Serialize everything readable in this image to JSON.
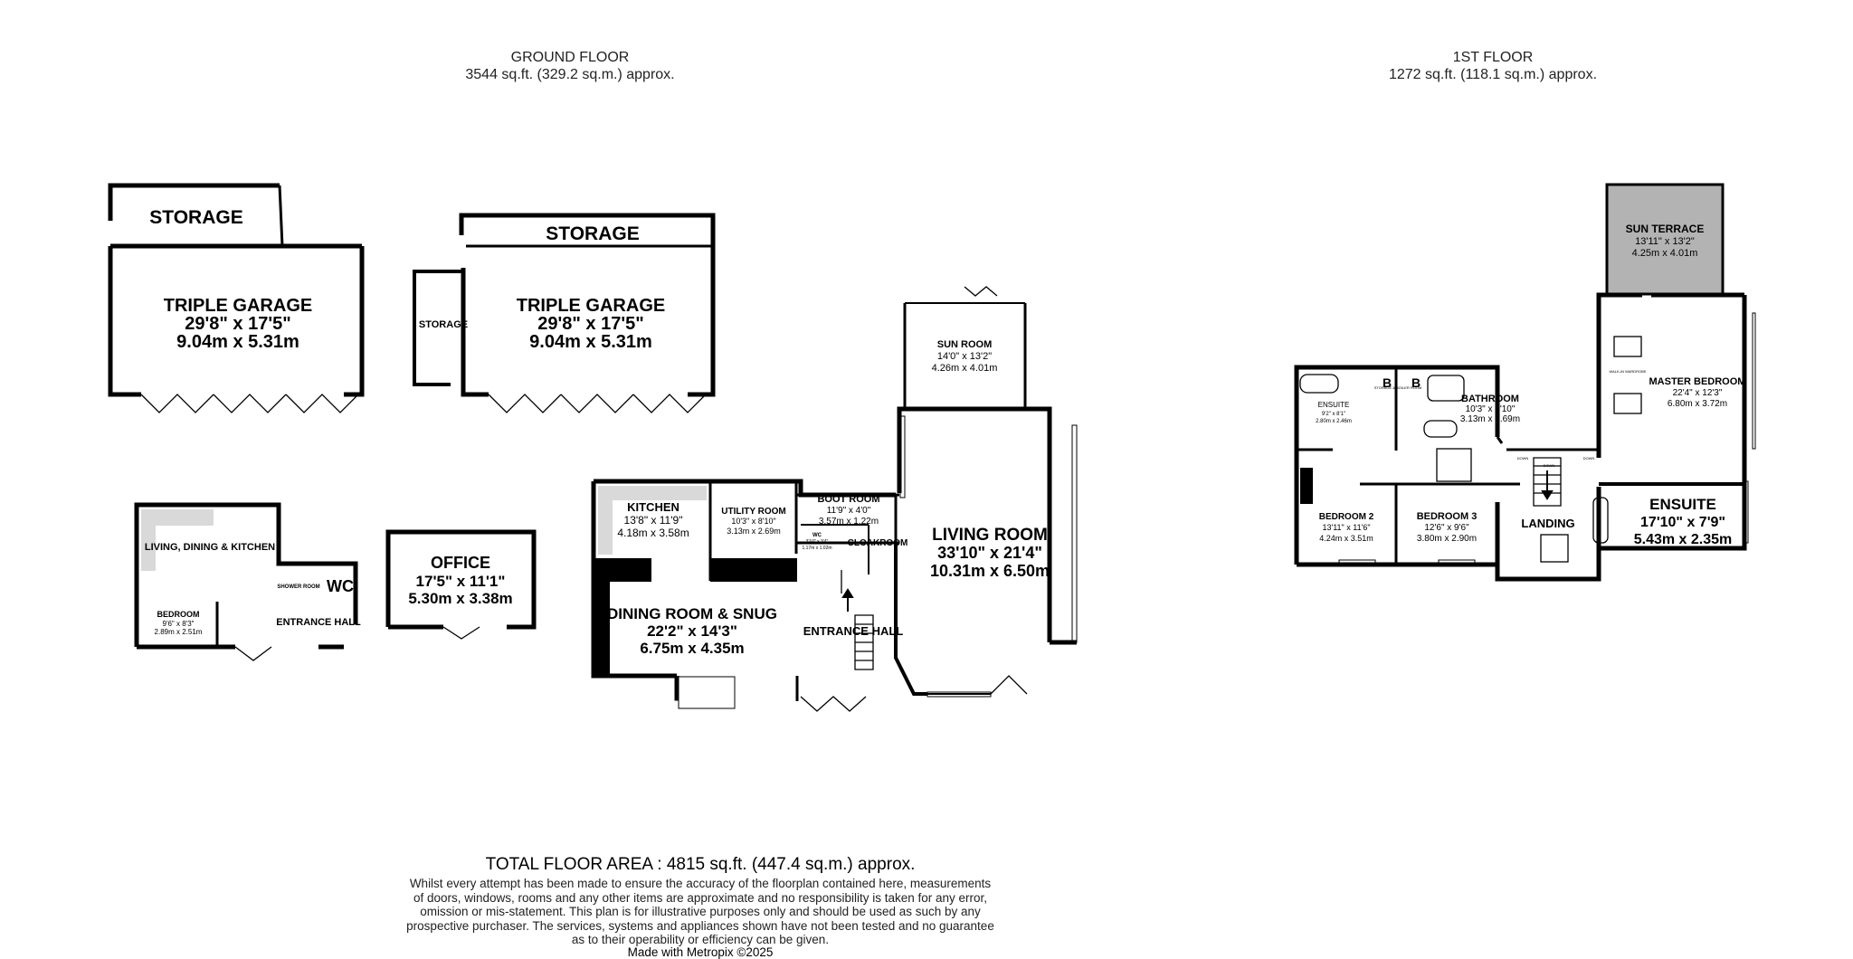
{
  "ground_floor": {
    "title": "GROUND FLOOR",
    "area": "3544 sq.ft. (329.2 sq.m.) approx.",
    "rooms": {
      "storage_1": {
        "name": "STORAGE"
      },
      "garage_1": {
        "name": "TRIPLE GARAGE",
        "imperial": "29'8\"  x 17'5\"",
        "metric": "9.04m  x 5.31m"
      },
      "storage_2": {
        "name": "STORAGE"
      },
      "storage_3": {
        "name": "STORAGE"
      },
      "garage_2": {
        "name": "TRIPLE GARAGE",
        "imperial": "29'8\"  x 17'5\"",
        "metric": "9.04m  x 5.31m"
      },
      "annex_living": {
        "name": "LIVING, DINING & KITCHEN"
      },
      "annex_bedroom": {
        "name": "BEDROOM",
        "imperial": "9'6\"  x 8'3\"",
        "metric": "2.89m  x 2.51m"
      },
      "annex_shower": {
        "name": "SHOWER ROOM"
      },
      "annex_wc": {
        "name": "WC"
      },
      "annex_hall": {
        "name": "ENTRANCE HALL"
      },
      "office": {
        "name": "OFFICE",
        "imperial": "17'5\"  x 11'1\"",
        "metric": "5.30m  x 3.38m"
      },
      "kitchen": {
        "name": "KITCHEN",
        "imperial": "13'8\"  x 11'9\"",
        "metric": "4.18m  x 3.58m"
      },
      "utility": {
        "name": "UTILITY ROOM",
        "imperial": "10'3\"  x 8'10\"",
        "metric": "3.13m  x 2.69m"
      },
      "boot": {
        "name": "BOOT ROOM",
        "imperial": "11'9\"  x 4'0\"",
        "metric": "3.57m  x 1.22m"
      },
      "wc": {
        "name": "WC",
        "imperial": "3'10\"  x 3'4\"",
        "metric": "1.17m x 1.02m"
      },
      "cloakroom": {
        "name": "CLOAKROOM"
      },
      "dining": {
        "name": "DINING ROOM & SNUG",
        "imperial": "22'2\"  x 14'3\"",
        "metric": "6.75m  x 4.35m"
      },
      "hall": {
        "name": "ENTRANCE HALL"
      },
      "sun_room": {
        "name": "SUN ROOM",
        "imperial": "14'0\"  x 13'2\"",
        "metric": "4.26m  x 4.01m"
      },
      "living": {
        "name": "LIVING ROOM",
        "imperial": "33'10\"  x 21'4\"",
        "metric": "10.31m  x 6.50m"
      }
    }
  },
  "first_floor": {
    "title": "1ST FLOOR",
    "area": "1272 sq.ft. (118.1 sq.m.) approx.",
    "rooms": {
      "sun_terrace": {
        "name": "SUN TERRACE",
        "imperial": "13'11\"  x 13'2\"",
        "metric": "4.25m  x 4.01m"
      },
      "master": {
        "name": "MASTER BEDROOM",
        "imperial": "22'4\"  x 12'3\"",
        "metric": "6.80m  x 3.72m"
      },
      "walkin": {
        "name": "WALK-IN WARDROBE"
      },
      "ensuite_main": {
        "name": "ENSUITE",
        "imperial": "17'10\"  x 7'9\"",
        "metric": "5.43m  x 2.35m"
      },
      "ensuite_small": {
        "name": "ENSUITE",
        "imperial": "9'2\"  x 8'1\"",
        "metric": "2.80m  x 2.46m"
      },
      "storage_boiler": {
        "name": "STORAGE & BOILER ROOM"
      },
      "bathroom": {
        "name": "BATHROOM",
        "imperial": "10'3\"  x 8'10\"",
        "metric": "3.13m  x 2.69m"
      },
      "bedroom2": {
        "name": "BEDROOM 2",
        "imperial": "13'11\"  x 11'6\"",
        "metric": "4.24m  x 3.51m"
      },
      "bedroom3": {
        "name": "BEDROOM 3",
        "imperial": "12'6\"  x 9'6\"",
        "metric": "3.80m  x 2.90m"
      },
      "landing": {
        "name": "LANDING"
      },
      "boiler_b": "B",
      "down_1": "DOWN",
      "down_2": "DOWN",
      "down_3": "DOWN"
    }
  },
  "footer": {
    "total": "TOTAL FLOOR AREA : 4815 sq.ft. (447.4 sq.m.) approx.",
    "disclaimer": [
      "Whilst every attempt has been made to ensure the accuracy of the floorplan contained here, measurements",
      "of doors, windows, rooms and any other items are approximate and no responsibility is taken for any error,",
      "omission or mis-statement. This plan is for illustrative purposes only and should be used as such by any",
      "prospective purchaser. The services, systems and appliances shown have not been tested and no guarantee",
      "as to their operability or efficiency can be given."
    ],
    "made_with": "Made with Metropix ©2025"
  },
  "colors": {
    "wall": "#000000",
    "terrace": "#b3b3b3",
    "fixture": "#d9d9d9",
    "text": "#000000"
  }
}
